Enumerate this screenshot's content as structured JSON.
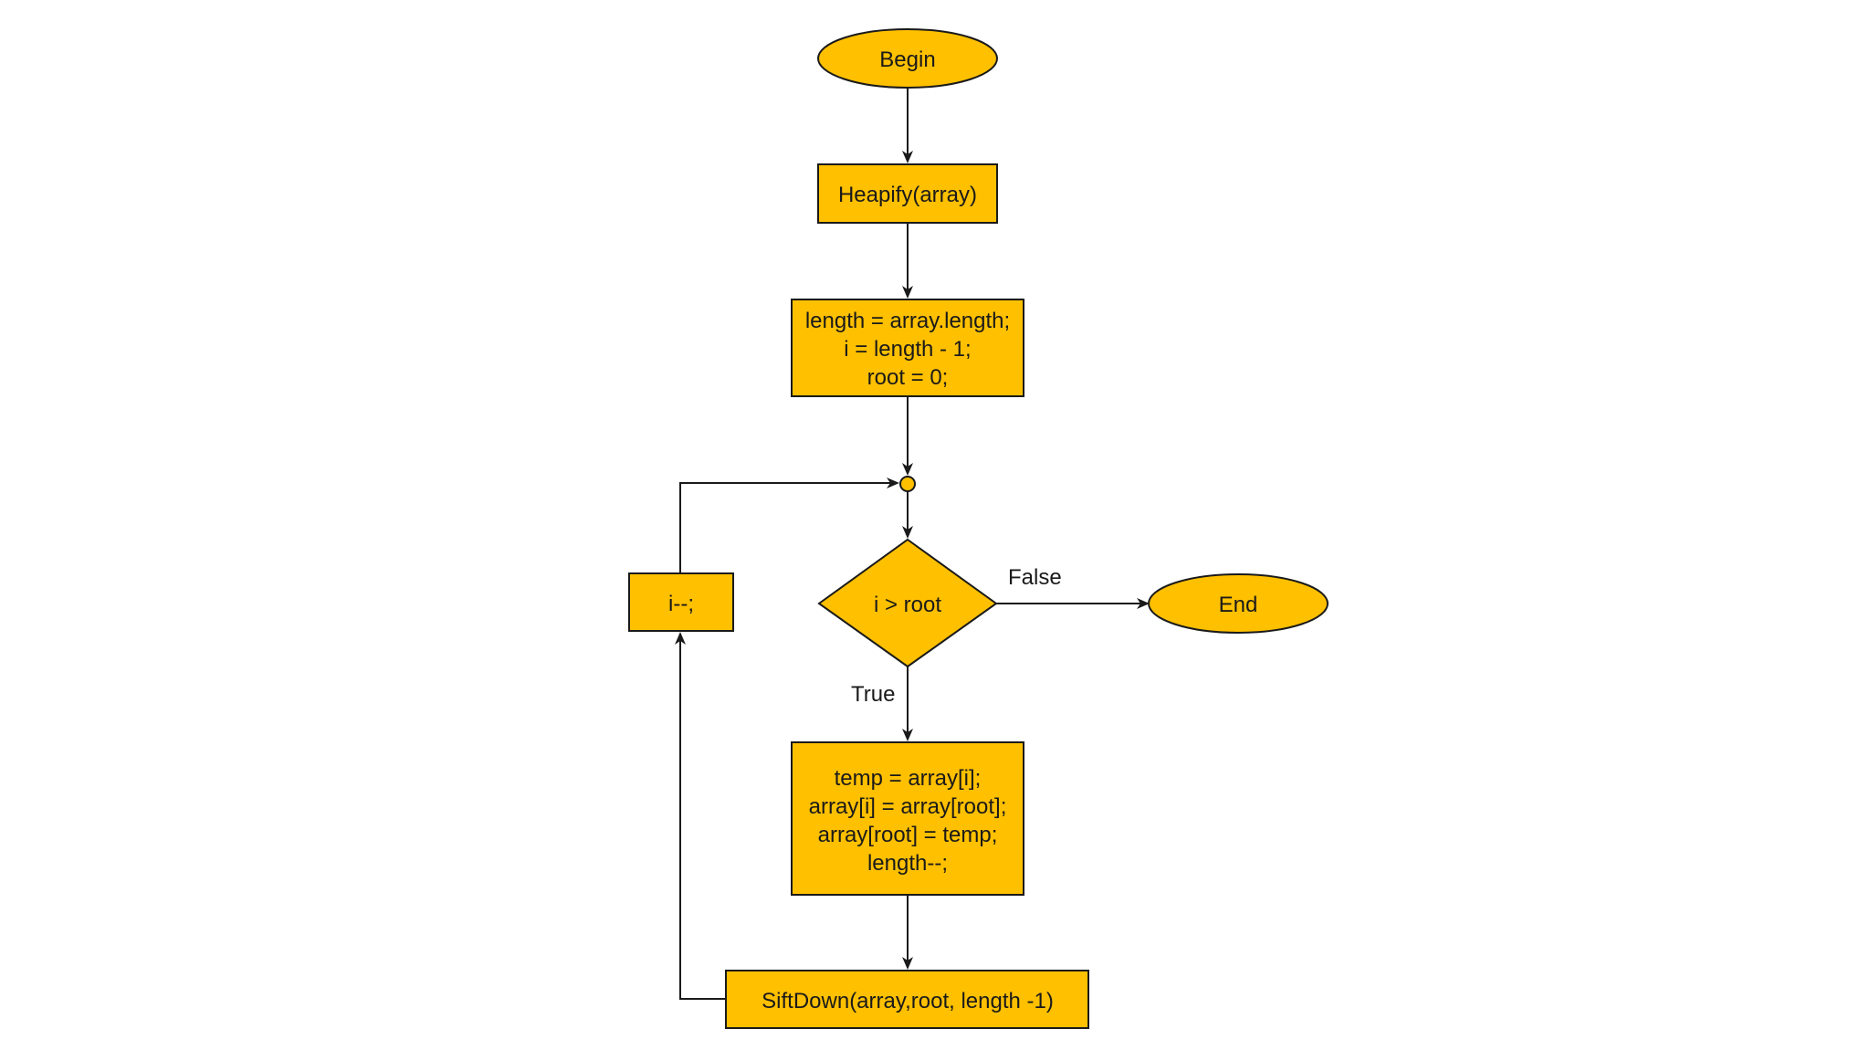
{
  "diagram": {
    "colors": {
      "node_fill": "#FFC000",
      "stroke": "#1a1a1a",
      "background": "#ffffff"
    },
    "nodes": {
      "begin": {
        "shape": "ellipse",
        "lines": [
          "Begin"
        ]
      },
      "heapify": {
        "shape": "rectangle",
        "lines": [
          "Heapify(array)"
        ]
      },
      "init": {
        "shape": "rectangle",
        "lines": [
          "length = array.length;",
          "i = length - 1;",
          "root = 0;"
        ]
      },
      "junction": {
        "shape": "circle",
        "lines": []
      },
      "decision": {
        "shape": "diamond",
        "lines": [
          "i > root"
        ]
      },
      "end": {
        "shape": "ellipse",
        "lines": [
          "End"
        ]
      },
      "swap": {
        "shape": "rectangle",
        "lines": [
          "temp = array[i];",
          "array[i] = array[root];",
          "array[root] = temp;",
          "length--;"
        ]
      },
      "siftdown": {
        "shape": "rectangle",
        "lines": [
          "SiftDown(array,root, length -1)"
        ]
      },
      "decrement": {
        "shape": "rectangle",
        "lines": [
          "i--;"
        ]
      }
    },
    "edges": [
      {
        "from": "begin",
        "to": "heapify",
        "label": ""
      },
      {
        "from": "heapify",
        "to": "init",
        "label": ""
      },
      {
        "from": "init",
        "to": "junction",
        "label": ""
      },
      {
        "from": "junction",
        "to": "decision",
        "label": ""
      },
      {
        "from": "decision",
        "to": "end",
        "label": "False"
      },
      {
        "from": "decision",
        "to": "swap",
        "label": "True"
      },
      {
        "from": "swap",
        "to": "siftdown",
        "label": ""
      },
      {
        "from": "siftdown",
        "to": "decrement",
        "label": ""
      },
      {
        "from": "decrement",
        "to": "junction",
        "label": ""
      }
    ]
  }
}
